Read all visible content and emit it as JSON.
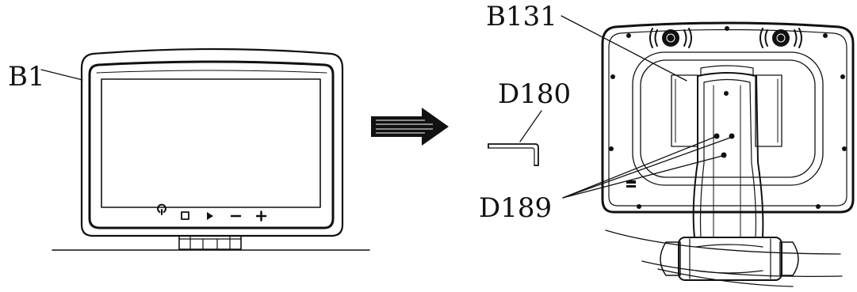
{
  "labels": {
    "monitor": "B1",
    "bracket": "B131",
    "hex_key": "D180",
    "screws": "D189"
  },
  "front_panel_icons": [
    "power-icon",
    "home-icon",
    "play-icon",
    "minus-icon",
    "plus-icon"
  ],
  "colors": {
    "ink": "#111111",
    "background": "#ffffff"
  }
}
